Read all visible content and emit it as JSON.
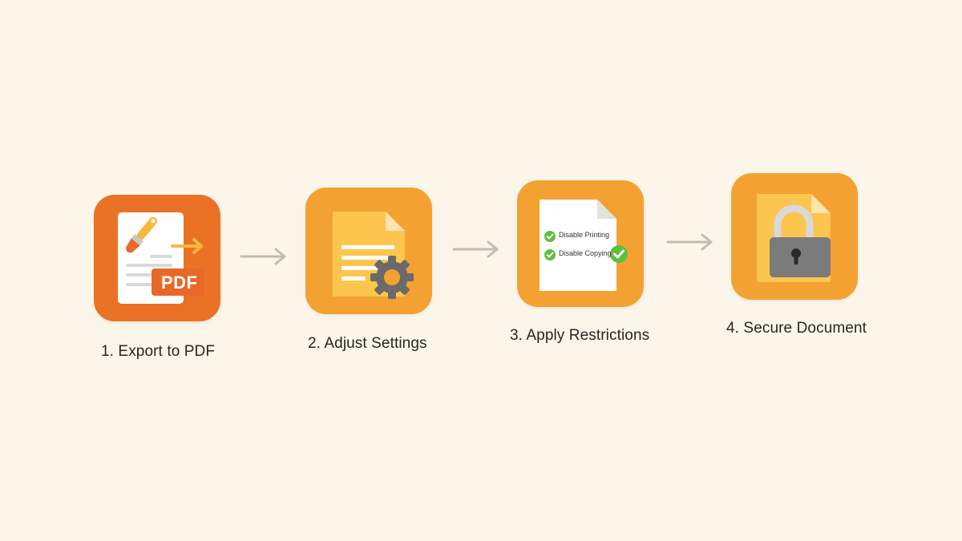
{
  "diagram": {
    "background": "#fcf5ea",
    "steps": [
      {
        "number": "1",
        "label": "1. Export to PDF",
        "icon": "export-to-pdf-icon",
        "tile_color": "#ea7224",
        "badge_text": "PDF"
      },
      {
        "number": "2",
        "label": "2. Adjust Settings",
        "icon": "document-settings-gear-icon",
        "tile_color": "#f3a232"
      },
      {
        "number": "3",
        "label": "3. Apply Restrictions",
        "icon": "restrictions-checklist-icon",
        "tile_color": "#f3a232",
        "checklist": [
          "Disable Printing",
          "Disable Copying"
        ]
      },
      {
        "number": "4",
        "label": "4. Secure Document",
        "icon": "document-padlock-icon",
        "tile_color": "#f3a232"
      }
    ],
    "arrows": [
      {
        "from": "1",
        "to": "2",
        "color": "#c4bcb2"
      },
      {
        "from": "2",
        "to": "3",
        "color": "#c4bcb2"
      },
      {
        "from": "3",
        "to": "4",
        "color": "#c4bcb2"
      }
    ]
  }
}
